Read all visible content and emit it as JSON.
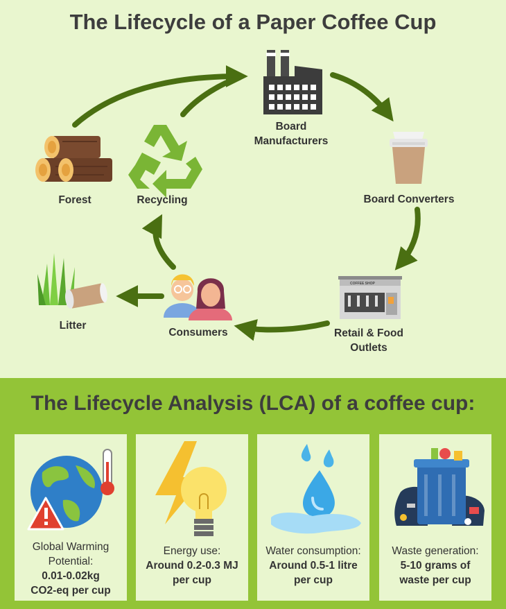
{
  "title": "The Lifecycle of a Paper Coffee Cup",
  "nodes": {
    "forest": "Forest",
    "recycling": "Recycling",
    "board_manufacturers_1": "Board",
    "board_manufacturers_2": "Manufacturers",
    "board_converters": "Board Converters",
    "retail_1": "Retail & Food",
    "retail_2": "Outlets",
    "consumers": "Consumers",
    "litter": "Litter"
  },
  "coffee_shop_sign": "COFFEE SHOP",
  "lca_title": "The Lifecycle Analysis (LCA) of a coffee cup:",
  "cards": [
    {
      "label_1": "Global Warming",
      "label_2": "Potential:",
      "value_1": "0.01-0.02kg",
      "value_2": "CO2-eq per cup",
      "icon": "globe-thermometer-icon"
    },
    {
      "label_1": "Energy use:",
      "value_1": "Around 0.2-0.3 MJ",
      "value_2": "per cup",
      "icon": "lightning-bulb-icon"
    },
    {
      "label_1": "Water consumption:",
      "value_1": "Around 0.5-1 litre",
      "value_2": "per cup",
      "icon": "water-drops-icon"
    },
    {
      "label_1": "Waste generation:",
      "value_1": "5-10 grams of",
      "value_2": "waste per cup",
      "icon": "waste-bin-icon"
    }
  ],
  "colors": {
    "top_bg": "#e9f6cf",
    "bottom_bg": "#93c437",
    "arrow": "#4a6f12",
    "title": "#3d3d3d"
  }
}
